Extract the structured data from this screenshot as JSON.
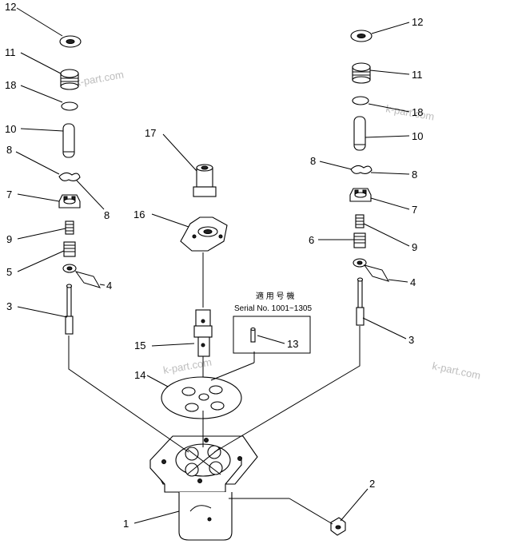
{
  "labels": {
    "l12": "12",
    "l11": "11",
    "l18": "18",
    "l10": "10",
    "l8a": "8",
    "l8b": "8",
    "l7": "7",
    "l9": "9",
    "l5": "5",
    "l4": "4",
    "l3": "3",
    "r12": "12",
    "r11": "11",
    "r18": "18",
    "r10": "10",
    "r8a": "8",
    "r8b": "8",
    "r7": "7",
    "r9": "9",
    "r6": "6",
    "r4": "4",
    "r3": "3",
    "c17": "17",
    "c16": "16",
    "c15": "15",
    "c14": "14",
    "c13": "13",
    "c1": "1",
    "c2": "2"
  },
  "serial_box": {
    "heading": "適 用 号 機",
    "serial": "Serial No. 1001~1305"
  },
  "watermarks": [
    "k-part.com",
    "k-part.com",
    "k-part.com",
    "k-part.com"
  ]
}
